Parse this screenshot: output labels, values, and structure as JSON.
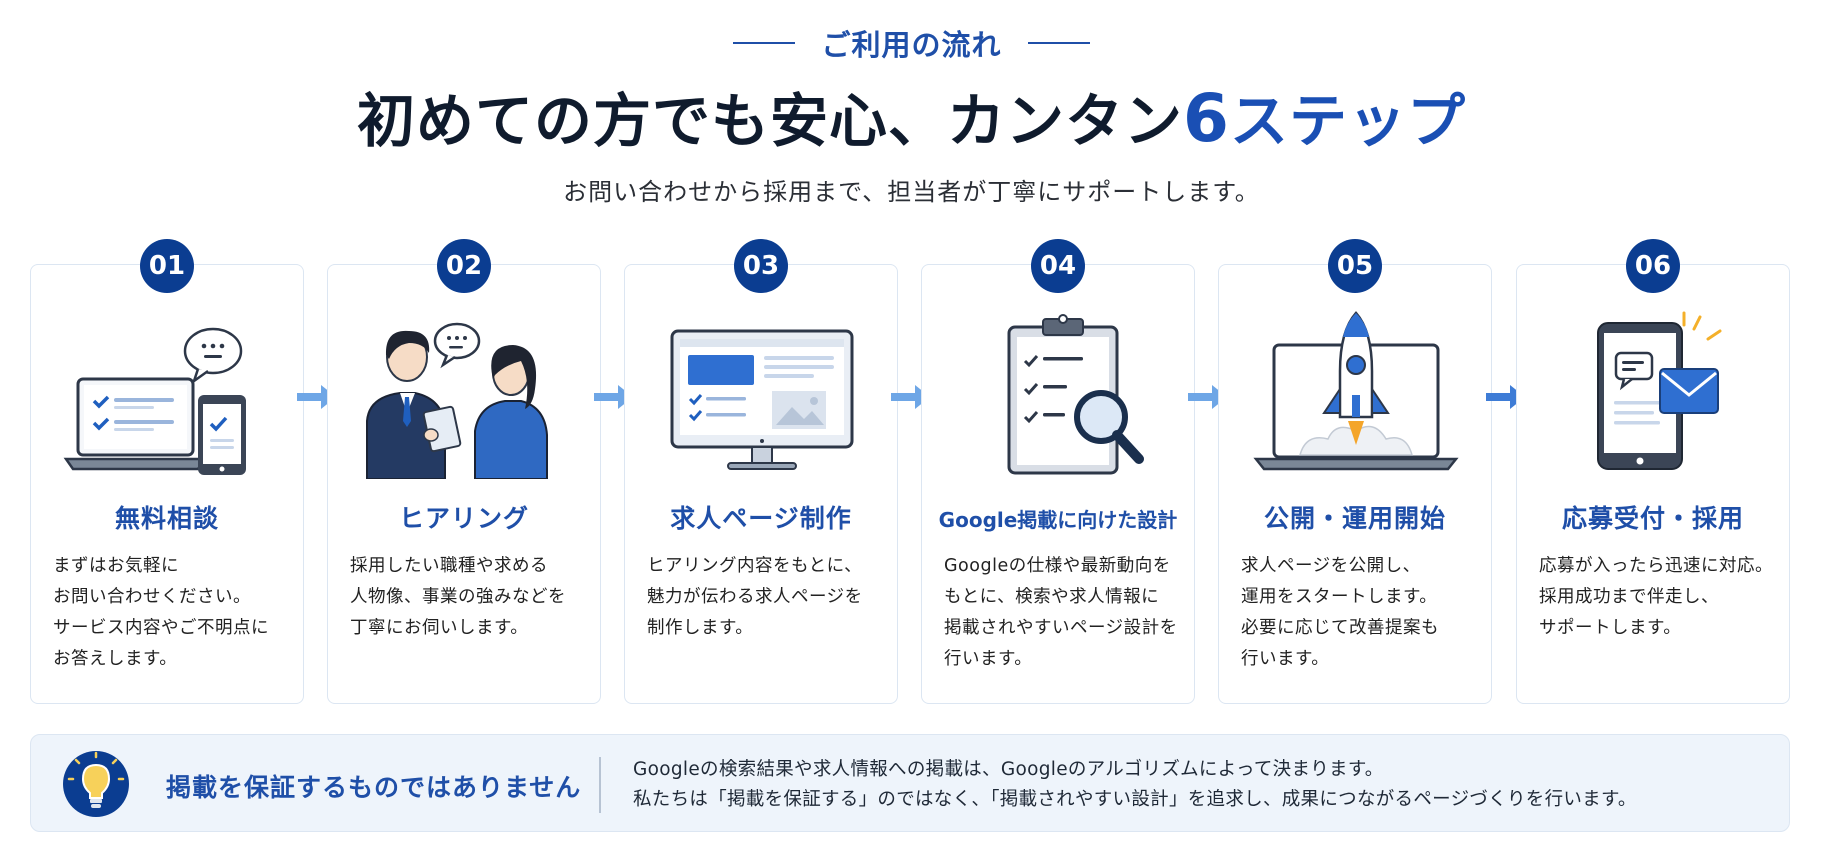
{
  "header": {
    "eyebrow": "ご利用の流れ",
    "headline_prefix": "初めての方でも安心、カンタン",
    "headline_number": "6",
    "headline_suffix": "ステップ",
    "subtitle": "お問い合わせから採用まで、担当者が丁寧にサポートします。"
  },
  "steps": [
    {
      "number": "01",
      "title": "無料相談",
      "description": "まずはお気軽に\nお問い合わせください。\nサービス内容やご不明点に\nお答えします。",
      "icon": "laptop-phone-chat-icon"
    },
    {
      "number": "02",
      "title": "ヒアリング",
      "description": "採用したい職種や求める\n人物像、事業の強みなどを\n丁寧にお伺いします。",
      "icon": "consultation-people-icon"
    },
    {
      "number": "03",
      "title": "求人ページ制作",
      "description": "ヒアリング内容をもとに、\n魅力が伝わる求人ページを\n制作します。",
      "icon": "monitor-webpage-icon"
    },
    {
      "number": "04",
      "title": "Google掲載に向けた設計",
      "description": "Googleの仕様や最新動向を\nもとに、検索や求人情報に\n掲載されやすいページ設計を\n行います。",
      "icon": "clipboard-magnifier-icon"
    },
    {
      "number": "05",
      "title": "公開・運用開始",
      "description": "求人ページを公開し、\n運用をスタートします。\n必要に応じて改善提案も\n行います。",
      "icon": "rocket-laptop-icon"
    },
    {
      "number": "06",
      "title": "応募受付・採用",
      "description": "応募が入ったら迅速に対応。\n採用成功まで伴走し、\nサポートします。",
      "icon": "phone-mail-icon"
    }
  ],
  "notice": {
    "icon": "lightbulb-icon",
    "title": "掲載を保証するものではありません",
    "text": "Googleの検索結果や求人情報への掲載は、Googleのアルゴリズムによって決まります。\n私たちは「掲載を保証する」のではなく、「掲載されやすい設計」を追求し、成果につながるページづくりを行います。"
  },
  "colors": {
    "accent": "#1f4fa8",
    "badge": "#0b3d91",
    "arrow": "#6ea6e6",
    "card_border": "#dce6f2",
    "notice_bg": "#eef4fb"
  }
}
